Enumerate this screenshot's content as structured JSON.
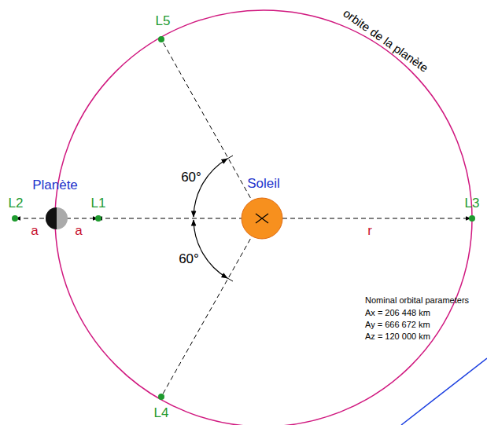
{
  "diagram": {
    "labels": [
      "L5",
      "L4",
      "L2",
      "L1",
      "L3",
      "Planète",
      "Soleil",
      "a",
      "a",
      "r",
      "60°",
      "60°",
      "orbite de la planète",
      "Nominal orbital parameters",
      "Ax = 206 448 km",
      "Ay = 666 672 km",
      "Az = 120 000 km"
    ]
  }
}
